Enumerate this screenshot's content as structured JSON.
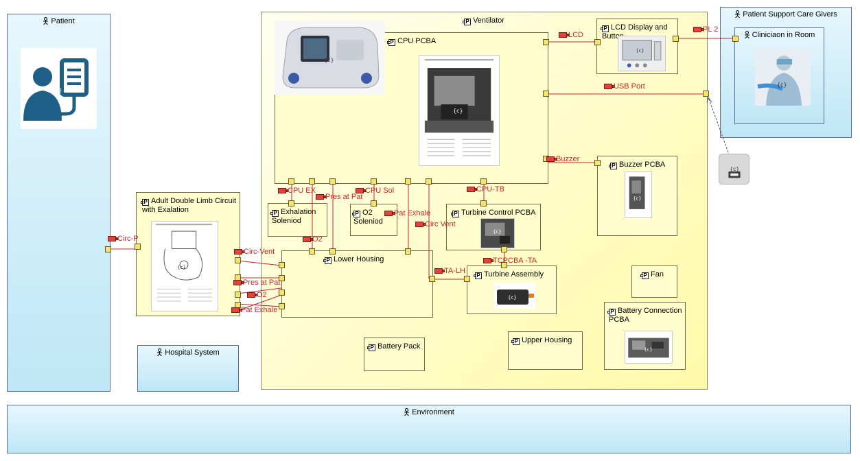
{
  "actors": {
    "patient": "Patient",
    "support": "Patient Support Care Givers",
    "clinician": "Cliniciaon in Room",
    "hospital": "Hospital System",
    "environment": "Environment"
  },
  "parts": {
    "ventilator": "Ventilator",
    "cpu_pcba": "CPU PCBA",
    "lcd": "LCD Display and Button",
    "buzzer_pcba": "Buzzer PCBA",
    "exhalation_solenoid": "Exhalation Soleniod",
    "o2_solenoid": "O2 Soleniod",
    "turbine_control": "Turbine Control PCBA",
    "lower_housing": "Lower Housing",
    "turbine_assembly": "Turbine Assembly",
    "fan": "Fan",
    "battery_pack": "Battery Pack",
    "upper_housing": "Upper Housing",
    "battery_connection": "Battery Connection PCBA",
    "circuit": "Adult Double Limb Circuit with Exalation"
  },
  "ports": {
    "lcd": "LCD",
    "pl2": "PL 2",
    "usb": "USB Port",
    "buzzer": "Buzzer",
    "cpu_ex": "CPU EX",
    "pres_at_pat_top": "Pres at Pat",
    "cpu_sol": "CPU Sol",
    "cpu_tb": "CPU-TB",
    "pat_exhale_mid": "Pat Exhale",
    "circ_vent_mid": "Circ Vent",
    "o2_mid": "O2",
    "ta_lh": "TA-LH",
    "tcpcba_ta": "TCPCBA -TA",
    "circ_p": "Circ-P",
    "circ_vent_left": "Circ-Vent",
    "pres_at_pat_left": "Pres at Pat",
    "o2_left": "O2",
    "pat_exhale_left": "Pat Exhale"
  },
  "icons": {
    "part_stereotype": "P",
    "image_placeholder": "{c}"
  },
  "colors": {
    "actor_fill": "#bfe6f6",
    "part_fill": "#fffecc",
    "port_fill": "#f6e36a",
    "connector": "#c62828",
    "patient_icon": "#1d5f86"
  }
}
